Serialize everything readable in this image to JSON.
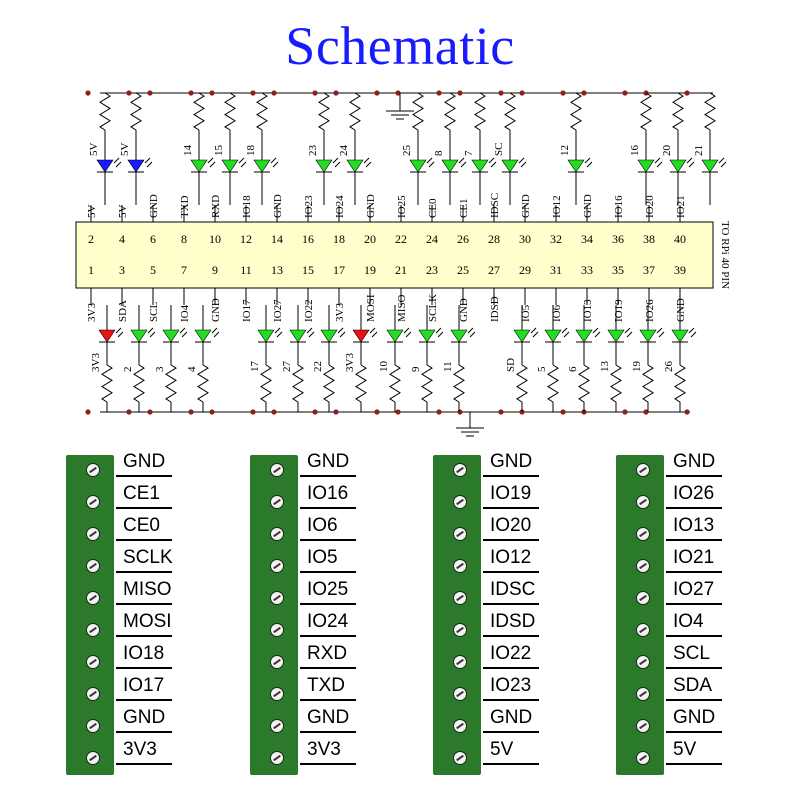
{
  "title": "Schematic",
  "colors": {
    "title": "#1a1aff",
    "header_fill": "#ffffcc",
    "led_green": "#22dd22",
    "led_blue": "#1a1aff",
    "led_red": "#ee1111",
    "node": "#8b2020",
    "block": "#2b7a2b"
  },
  "header": {
    "side_label": "TO RPi 40 PIN",
    "top_pins": [
      "2",
      "4",
      "6",
      "8",
      "10",
      "12",
      "14",
      "16",
      "18",
      "20",
      "22",
      "24",
      "26",
      "28",
      "30",
      "32",
      "34",
      "36",
      "38",
      "40"
    ],
    "bottom_pins": [
      "1",
      "3",
      "5",
      "7",
      "9",
      "11",
      "13",
      "15",
      "17",
      "19",
      "21",
      "23",
      "25",
      "27",
      "29",
      "31",
      "33",
      "35",
      "37",
      "39"
    ],
    "top_names": [
      "5V",
      "5V",
      "GND",
      "TXD",
      "RXD",
      "IO18",
      "GND",
      "IO23",
      "IO24",
      "GND",
      "IO25",
      "CE0",
      "CE1",
      "IDSC",
      "GND",
      "IO12",
      "GND",
      "IO16",
      "IO20",
      "IO21"
    ],
    "bottom_names": [
      "3V3",
      "SDA",
      "SCL",
      "IO4",
      "GND",
      "IO17",
      "IO27",
      "IO22",
      "3V3",
      "MOSI",
      "MISO",
      "SCLK",
      "GND",
      "IDSD",
      "IO5",
      "IO6",
      "IO13",
      "IO19",
      "IO26",
      "GND"
    ]
  },
  "top_leds": [
    {
      "label": "5V",
      "color": "blue"
    },
    {
      "label": "5V",
      "color": "blue"
    },
    {
      "label": "14",
      "color": "green"
    },
    {
      "label": "15",
      "color": "green"
    },
    {
      "label": "18",
      "color": "green"
    },
    {
      "label": "23",
      "color": "green"
    },
    {
      "label": "24",
      "color": "green"
    },
    {
      "label": "25",
      "color": "green"
    },
    {
      "label": "8",
      "color": "green"
    },
    {
      "label": "7",
      "color": "green"
    },
    {
      "label": "SC",
      "color": "green"
    },
    {
      "label": "12",
      "color": "green"
    },
    {
      "label": "16",
      "color": "green"
    },
    {
      "label": "20",
      "color": "green"
    },
    {
      "label": "21",
      "color": "green"
    }
  ],
  "bottom_leds": [
    {
      "label": "3V3",
      "color": "red"
    },
    {
      "label": "2",
      "color": "green"
    },
    {
      "label": "3",
      "color": "green"
    },
    {
      "label": "4",
      "color": "green"
    },
    {
      "label": "17",
      "color": "green"
    },
    {
      "label": "27",
      "color": "green"
    },
    {
      "label": "22",
      "color": "green"
    },
    {
      "label": "3V3",
      "color": "red"
    },
    {
      "label": "10",
      "color": "green"
    },
    {
      "label": "9",
      "color": "green"
    },
    {
      "label": "11",
      "color": "green"
    },
    {
      "label": "SD",
      "color": "green"
    },
    {
      "label": "5",
      "color": "green"
    },
    {
      "label": "6",
      "color": "green"
    },
    {
      "label": "13",
      "color": "green"
    },
    {
      "label": "19",
      "color": "green"
    },
    {
      "label": "26",
      "color": "green"
    }
  ],
  "terminal_blocks": [
    {
      "labels": [
        "GND",
        "CE1",
        "CE0",
        "SCLK",
        "MISO",
        "MOSI",
        "IO18",
        "IO17",
        "GND",
        "3V3"
      ]
    },
    {
      "labels": [
        "GND",
        "IO16",
        "IO6",
        "IO5",
        "IO25",
        "IO24",
        "RXD",
        "TXD",
        "GND",
        "3V3"
      ]
    },
    {
      "labels": [
        "GND",
        "IO19",
        "IO20",
        "IO12",
        "IDSC",
        "IDSD",
        "IO22",
        "IO23",
        "GND",
        "5V"
      ]
    },
    {
      "labels": [
        "GND",
        "IO26",
        "IO13",
        "IO21",
        "IO27",
        "IO4",
        "SCL",
        "SDA",
        "GND",
        "5V"
      ]
    }
  ]
}
